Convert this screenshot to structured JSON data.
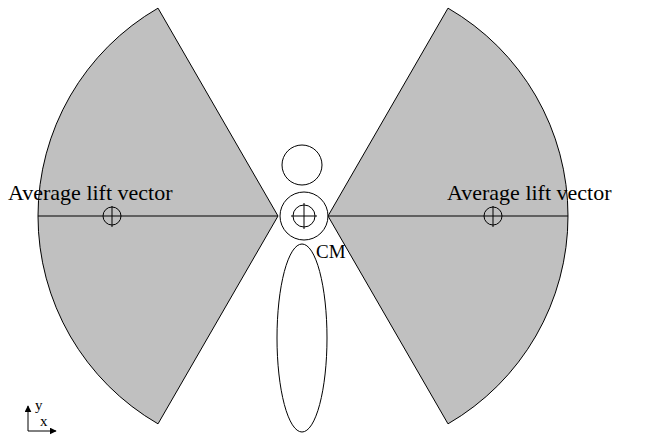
{
  "diagram": {
    "nodes": [
      {
        "text": [
          "Average lift vector"
        ]
      },
      {
        "text": [
          "Average lift vector"
        ]
      }
    ],
    "labels": [
      "CM",
      "y",
      "x"
    ]
  }
}
